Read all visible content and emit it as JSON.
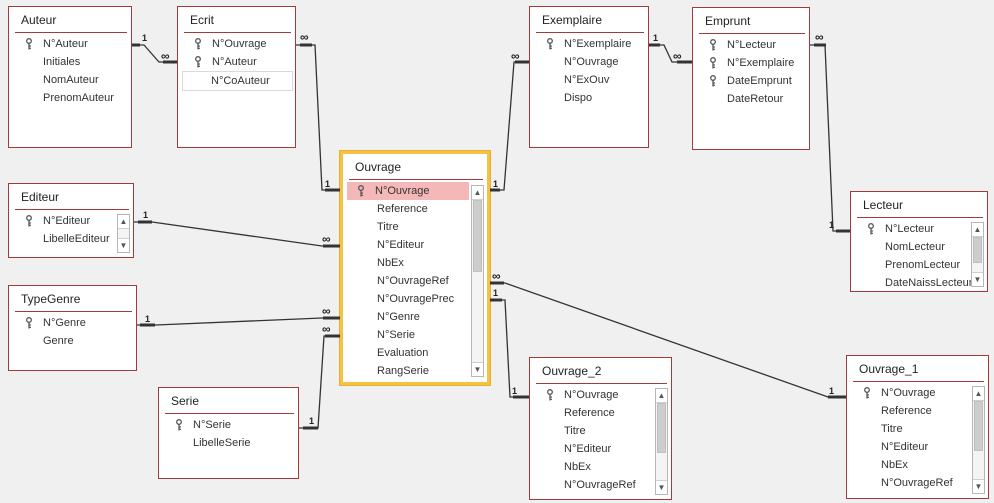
{
  "tables": {
    "auteur": {
      "title": "Auteur",
      "fields": [
        "N°Auteur",
        "Initiales",
        "NomAuteur",
        "PrenomAuteur"
      ]
    },
    "ecrit": {
      "title": "Ecrit",
      "fields": [
        "N°Ouvrage",
        "N°Auteur",
        "N°CoAuteur"
      ]
    },
    "exemplaire": {
      "title": "Exemplaire",
      "fields": [
        "N°Exemplaire",
        "N°Ouvrage",
        "N°ExOuv",
        "Dispo"
      ]
    },
    "emprunt": {
      "title": "Emprunt",
      "fields": [
        "N°Lecteur",
        "N°Exemplaire",
        "DateEmprunt",
        "DateRetour"
      ]
    },
    "ouvrage": {
      "title": "Ouvrage",
      "fields": [
        "N°Ouvrage",
        "Reference",
        "Titre",
        "N°Editeur",
        "NbEx",
        "N°OuvrageRef",
        "N°OuvragePrec",
        "N°Genre",
        "N°Serie",
        "Evaluation",
        "RangSerie"
      ]
    },
    "lecteur": {
      "title": "Lecteur",
      "fields": [
        "N°Lecteur",
        "NomLecteur",
        "PrenomLecteur",
        "DateNaissLecteur"
      ]
    },
    "editeur": {
      "title": "Editeur",
      "fields": [
        "N°Editeur",
        "LibelleEditeur"
      ]
    },
    "typegenre": {
      "title": "TypeGenre",
      "fields": [
        "N°Genre",
        "Genre"
      ]
    },
    "serie": {
      "title": "Serie",
      "fields": [
        "N°Serie",
        "LibelleSerie"
      ]
    },
    "ouvrage2": {
      "title": "Ouvrage_2",
      "fields": [
        "N°Ouvrage",
        "Reference",
        "Titre",
        "N°Editeur",
        "NbEx",
        "N°OuvrageRef"
      ]
    },
    "ouvrage1": {
      "title": "Ouvrage_1",
      "fields": [
        "N°Ouvrage",
        "Reference",
        "Titre",
        "N°Editeur",
        "NbEx",
        "N°OuvrageRef"
      ]
    }
  },
  "cardinality": {
    "one": "1",
    "many": "∞"
  },
  "icons": {
    "key": "key-icon",
    "scroll_up": "scroll-up-arrow-icon",
    "scroll_down": "scroll-down-arrow-icon"
  },
  "colors": {
    "table_border": "#a33a3a",
    "selection": "#f5c242",
    "highlight": "#f5b8b8",
    "line": "#333333"
  }
}
